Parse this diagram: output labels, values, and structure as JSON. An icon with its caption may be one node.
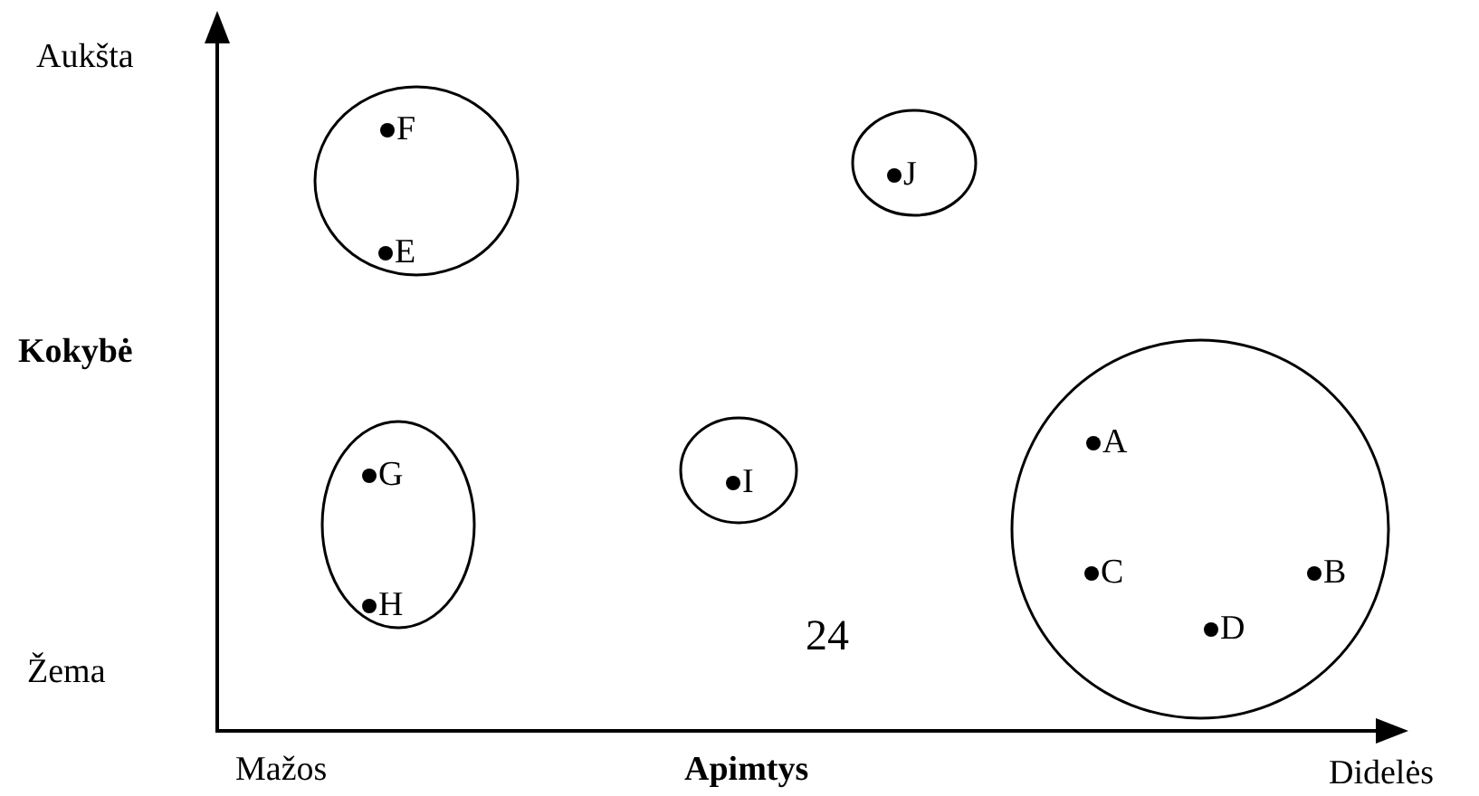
{
  "diagram": {
    "nodes": [
      {
        "text": [],
        "shape": "circle"
      },
      {
        "text": [
          "F"
        ],
        "in": 0
      },
      {
        "text": [
          "E"
        ],
        "in": 0
      },
      {
        "text": [],
        "shape": "circle"
      },
      {
        "text": [
          "J"
        ],
        "in": 3
      },
      {
        "text": [],
        "shape": "circle"
      },
      {
        "text": [
          "G"
        ],
        "in": 5
      },
      {
        "text": [
          "H"
        ],
        "in": 5
      },
      {
        "text": [],
        "shape": "circle"
      },
      {
        "text": [
          "I"
        ],
        "in": 8
      },
      {
        "text": [],
        "shape": "circle"
      },
      {
        "text": [
          "A"
        ],
        "in": 10
      },
      {
        "text": [
          "C"
        ],
        "in": 10
      },
      {
        "text": [
          "B"
        ],
        "in": 10
      },
      {
        "text": [
          "D"
        ],
        "in": 10
      }
    ],
    "edges": [],
    "labels": [
      "Aukšta",
      "Kokybė",
      "Žema",
      "24",
      "Mažos",
      "Apimtys",
      "Didelės"
    ]
  }
}
